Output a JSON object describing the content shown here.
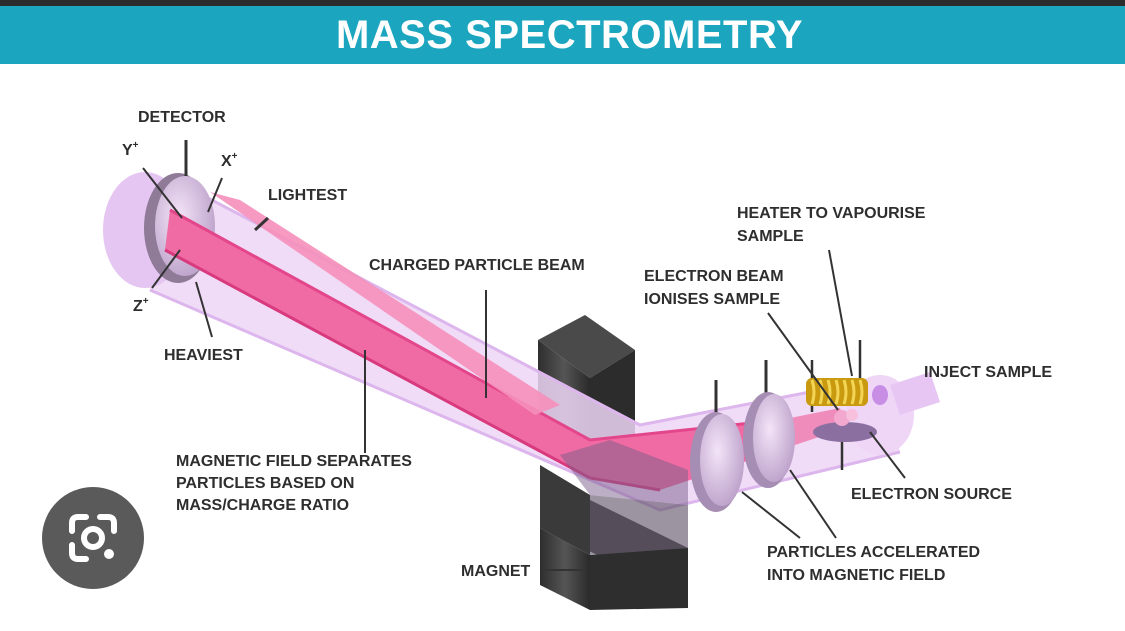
{
  "title": "MASS SPECTROMETRY",
  "labels": {
    "detector": "DETECTOR",
    "y": "Y",
    "x": "X",
    "z": "Z",
    "charge": "+",
    "lightest": "LIGHTEST",
    "heaviest": "HEAVIEST",
    "charged_beam": "CHARGED PARTICLE BEAM",
    "magnetic_field": [
      "MAGNETIC FIELD SEPARATES",
      "PARTICLES BASED ON",
      "MASS/CHARGE RATIO"
    ],
    "magnet": "MAGNET",
    "heater": [
      "HEATER TO VAPOURISE",
      "SAMPLE"
    ],
    "electron_beam": [
      "ELECTRON BEAM",
      "IONISES SAMPLE"
    ],
    "inject": "INJECT SAMPLE",
    "electron_source": "ELECTRON SOURCE",
    "accelerated": [
      "PARTICLES ACCELERATED",
      "INTO MAGNETIC FIELD"
    ]
  },
  "icons": {
    "lens_button": "google-lens-icon"
  },
  "colors": {
    "banner": "#1ba5bf",
    "tube": "#e9c8f5",
    "beam": "#f0609c",
    "magnet": "#3a3a3a",
    "coil": "#d9b21c"
  }
}
